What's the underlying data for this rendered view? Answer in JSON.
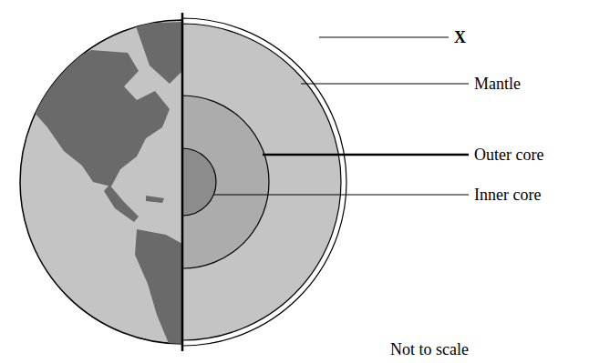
{
  "diagram": {
    "labels": [
      "X",
      "Mantle",
      "Outer core",
      "Inner core",
      "Not to scale"
    ]
  }
}
